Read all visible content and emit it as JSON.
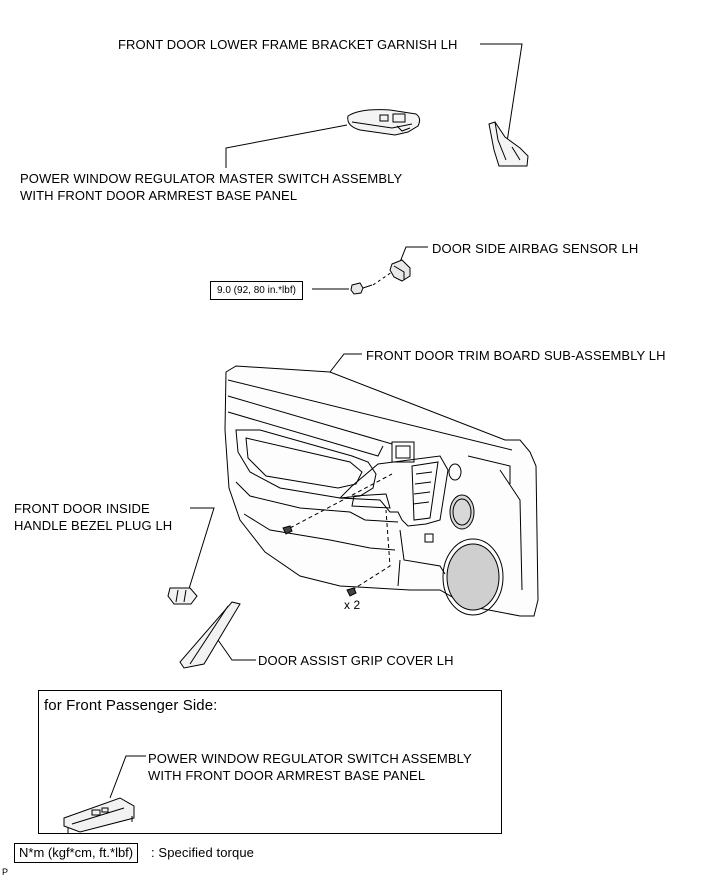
{
  "labels": {
    "garnish": "FRONT DOOR LOWER FRAME BRACKET GARNISH LH",
    "master_switch_line1": "POWER WINDOW REGULATOR MASTER SWITCH ASSEMBLY",
    "master_switch_line2": "WITH FRONT DOOR ARMREST BASE PANEL",
    "airbag_sensor": "DOOR SIDE AIRBAG SENSOR LH",
    "torque_value": "9.0 (92, 80 in.*lbf)",
    "trim_board": "FRONT DOOR TRIM BOARD SUB-ASSEMBLY LH",
    "bezel_plug_line1": "FRONT DOOR INSIDE",
    "bezel_plug_line2": "HANDLE BEZEL PLUG LH",
    "screw_count": "x 2",
    "assist_grip": "DOOR ASSIST GRIP COVER LH"
  },
  "passenger": {
    "title": "for Front Passenger Side:",
    "switch_line1": "POWER WINDOW REGULATOR SWITCH ASSEMBLY",
    "switch_line2": "WITH FRONT DOOR ARMREST BASE PANEL"
  },
  "legend": {
    "unit_box": "N*m (kgf*cm, ft.*lbf)",
    "unit_desc": ": Specified torque"
  },
  "corner_mark": "P"
}
